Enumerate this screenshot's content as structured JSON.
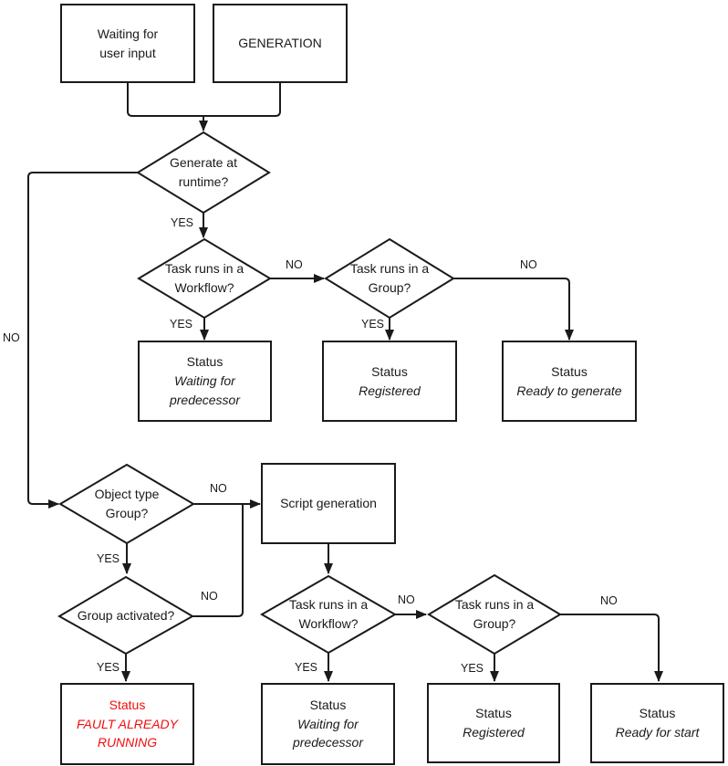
{
  "colors": {
    "background": "#ffffff",
    "line": "#1a1a1a",
    "text": "#1a1a1a",
    "fault": "#f20d0d"
  },
  "labels": {
    "yes": "YES",
    "no": "NO"
  },
  "nodes": {
    "waiting_user_input": {
      "text": "Waiting for\nuser input"
    },
    "generation": {
      "text": "GENERATION"
    },
    "generate_at_runtime": {
      "text": "Generate at\nruntime?"
    },
    "task_runs_in_workflow_top": {
      "text": "Task runs in a\nWorkflow?"
    },
    "task_runs_in_group_top": {
      "text": "Task runs in a\nGroup?"
    },
    "status_waiting_predecessor_top": {
      "title": "Status",
      "value": "Waiting for\npredecessor"
    },
    "status_registered_top": {
      "title": "Status",
      "value": "Registered"
    },
    "status_ready_to_generate": {
      "title": "Status",
      "value": "Ready to generate"
    },
    "object_type_group": {
      "text": "Object type\nGroup?"
    },
    "script_generation": {
      "text": "Script generation"
    },
    "group_activated": {
      "text": "Group activated?"
    },
    "status_fault_already_running": {
      "title": "Status",
      "value": "FAULT ALREADY\nRUNNING"
    },
    "status_waiting_predecessor_bottom": {
      "title": "Status",
      "value": "Waiting for\npredecessor"
    },
    "status_registered_bottom": {
      "title": "Status",
      "value": "Registered"
    },
    "status_ready_for_start": {
      "title": "Status",
      "value": "Ready for start"
    }
  }
}
